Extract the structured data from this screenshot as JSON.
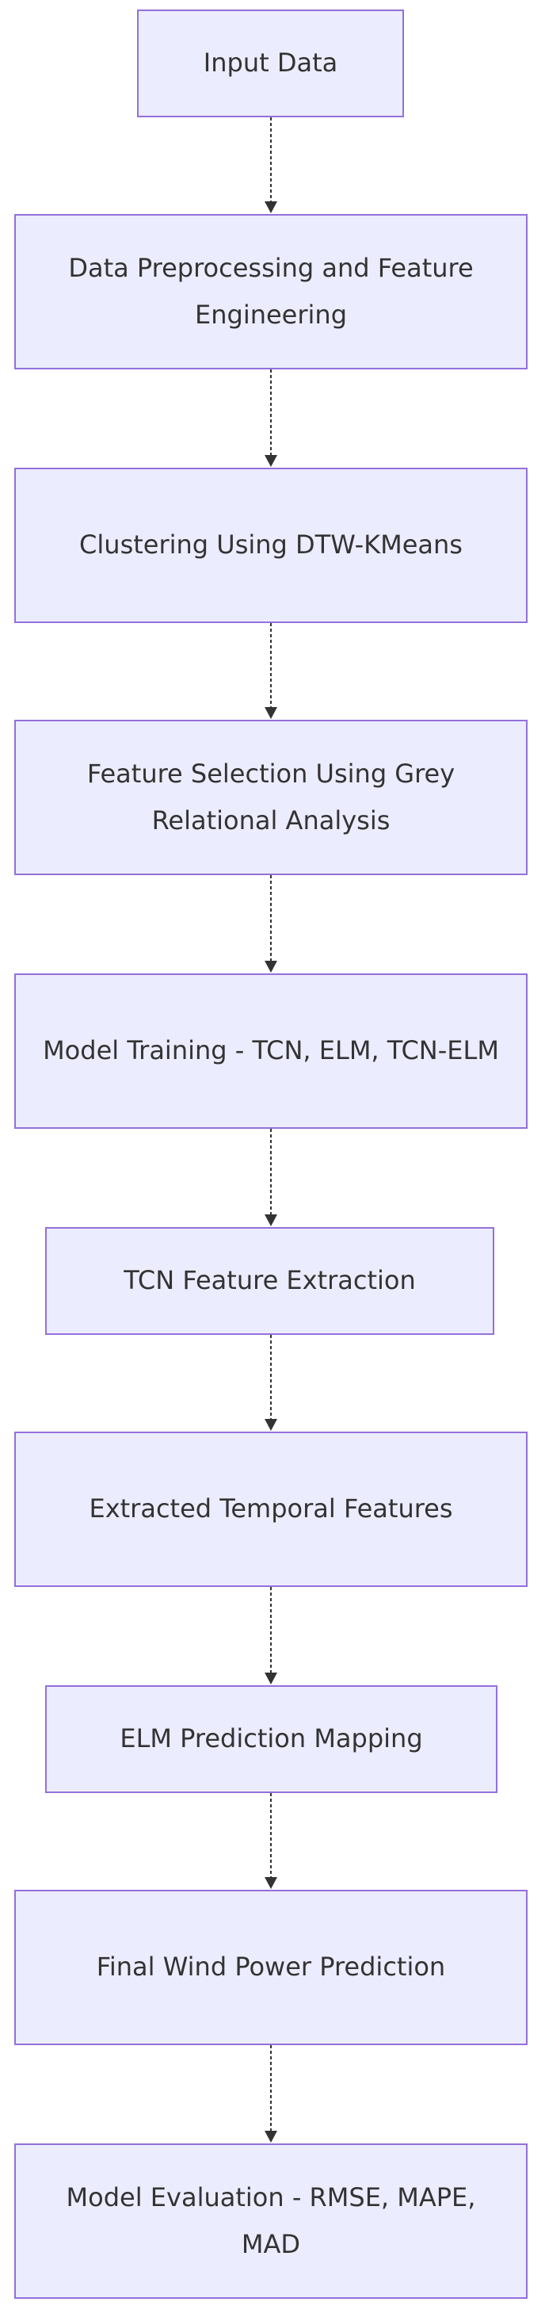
{
  "diagram": {
    "type": "flowchart",
    "direction": "top-down",
    "colors": {
      "node_fill": "#ececff",
      "node_border": "#9370db",
      "text": "#333333",
      "edge": "#333333"
    },
    "nodes": [
      {
        "id": "input-data",
        "label": "Input Data"
      },
      {
        "id": "data-preprocessing",
        "label": "Data Preprocessing and Feature Engineering"
      },
      {
        "id": "clustering",
        "label": "Clustering Using DTW-KMeans"
      },
      {
        "id": "feature-selection",
        "label": "Feature Selection Using Grey Relational Analysis"
      },
      {
        "id": "model-training",
        "label": "Model Training - TCN, ELM, TCN-ELM"
      },
      {
        "id": "tcn-feature-extraction",
        "label": "TCN Feature Extraction"
      },
      {
        "id": "extracted-features",
        "label": "Extracted Temporal Features"
      },
      {
        "id": "elm-prediction",
        "label": "ELM Prediction Mapping"
      },
      {
        "id": "final-prediction",
        "label": "Final Wind Power Prediction"
      },
      {
        "id": "model-evaluation",
        "label": "Model Evaluation - RMSE, MAPE, MAD"
      }
    ],
    "edges": [
      {
        "from": "input-data",
        "to": "data-preprocessing"
      },
      {
        "from": "data-preprocessing",
        "to": "clustering"
      },
      {
        "from": "clustering",
        "to": "feature-selection"
      },
      {
        "from": "feature-selection",
        "to": "model-training"
      },
      {
        "from": "model-training",
        "to": "tcn-feature-extraction"
      },
      {
        "from": "tcn-feature-extraction",
        "to": "extracted-features"
      },
      {
        "from": "extracted-features",
        "to": "elm-prediction"
      },
      {
        "from": "elm-prediction",
        "to": "final-prediction"
      },
      {
        "from": "final-prediction",
        "to": "model-evaluation"
      }
    ]
  }
}
